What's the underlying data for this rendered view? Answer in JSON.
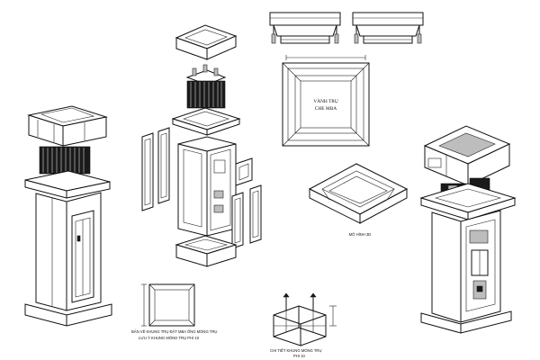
{
  "labels": {
    "ring_title_line1": "VÀNH TRỤ",
    "ring_title_line2": "CHE MBA",
    "ring_3d_caption": "MÔ HÌNH 3D",
    "exploded_caption_line1": "BẢN VẼ KHUNG TRỤ ĐẶT MBA ỐNG MÓNG TRỤ",
    "exploded_caption_line2": "LƯU Ý KHUNG MÓNG TRỤ PHI 10",
    "frame_caption_line1": "CHI TIẾT KHUNG MÓNG TRỤ",
    "frame_caption_line2": "PHI 10"
  }
}
